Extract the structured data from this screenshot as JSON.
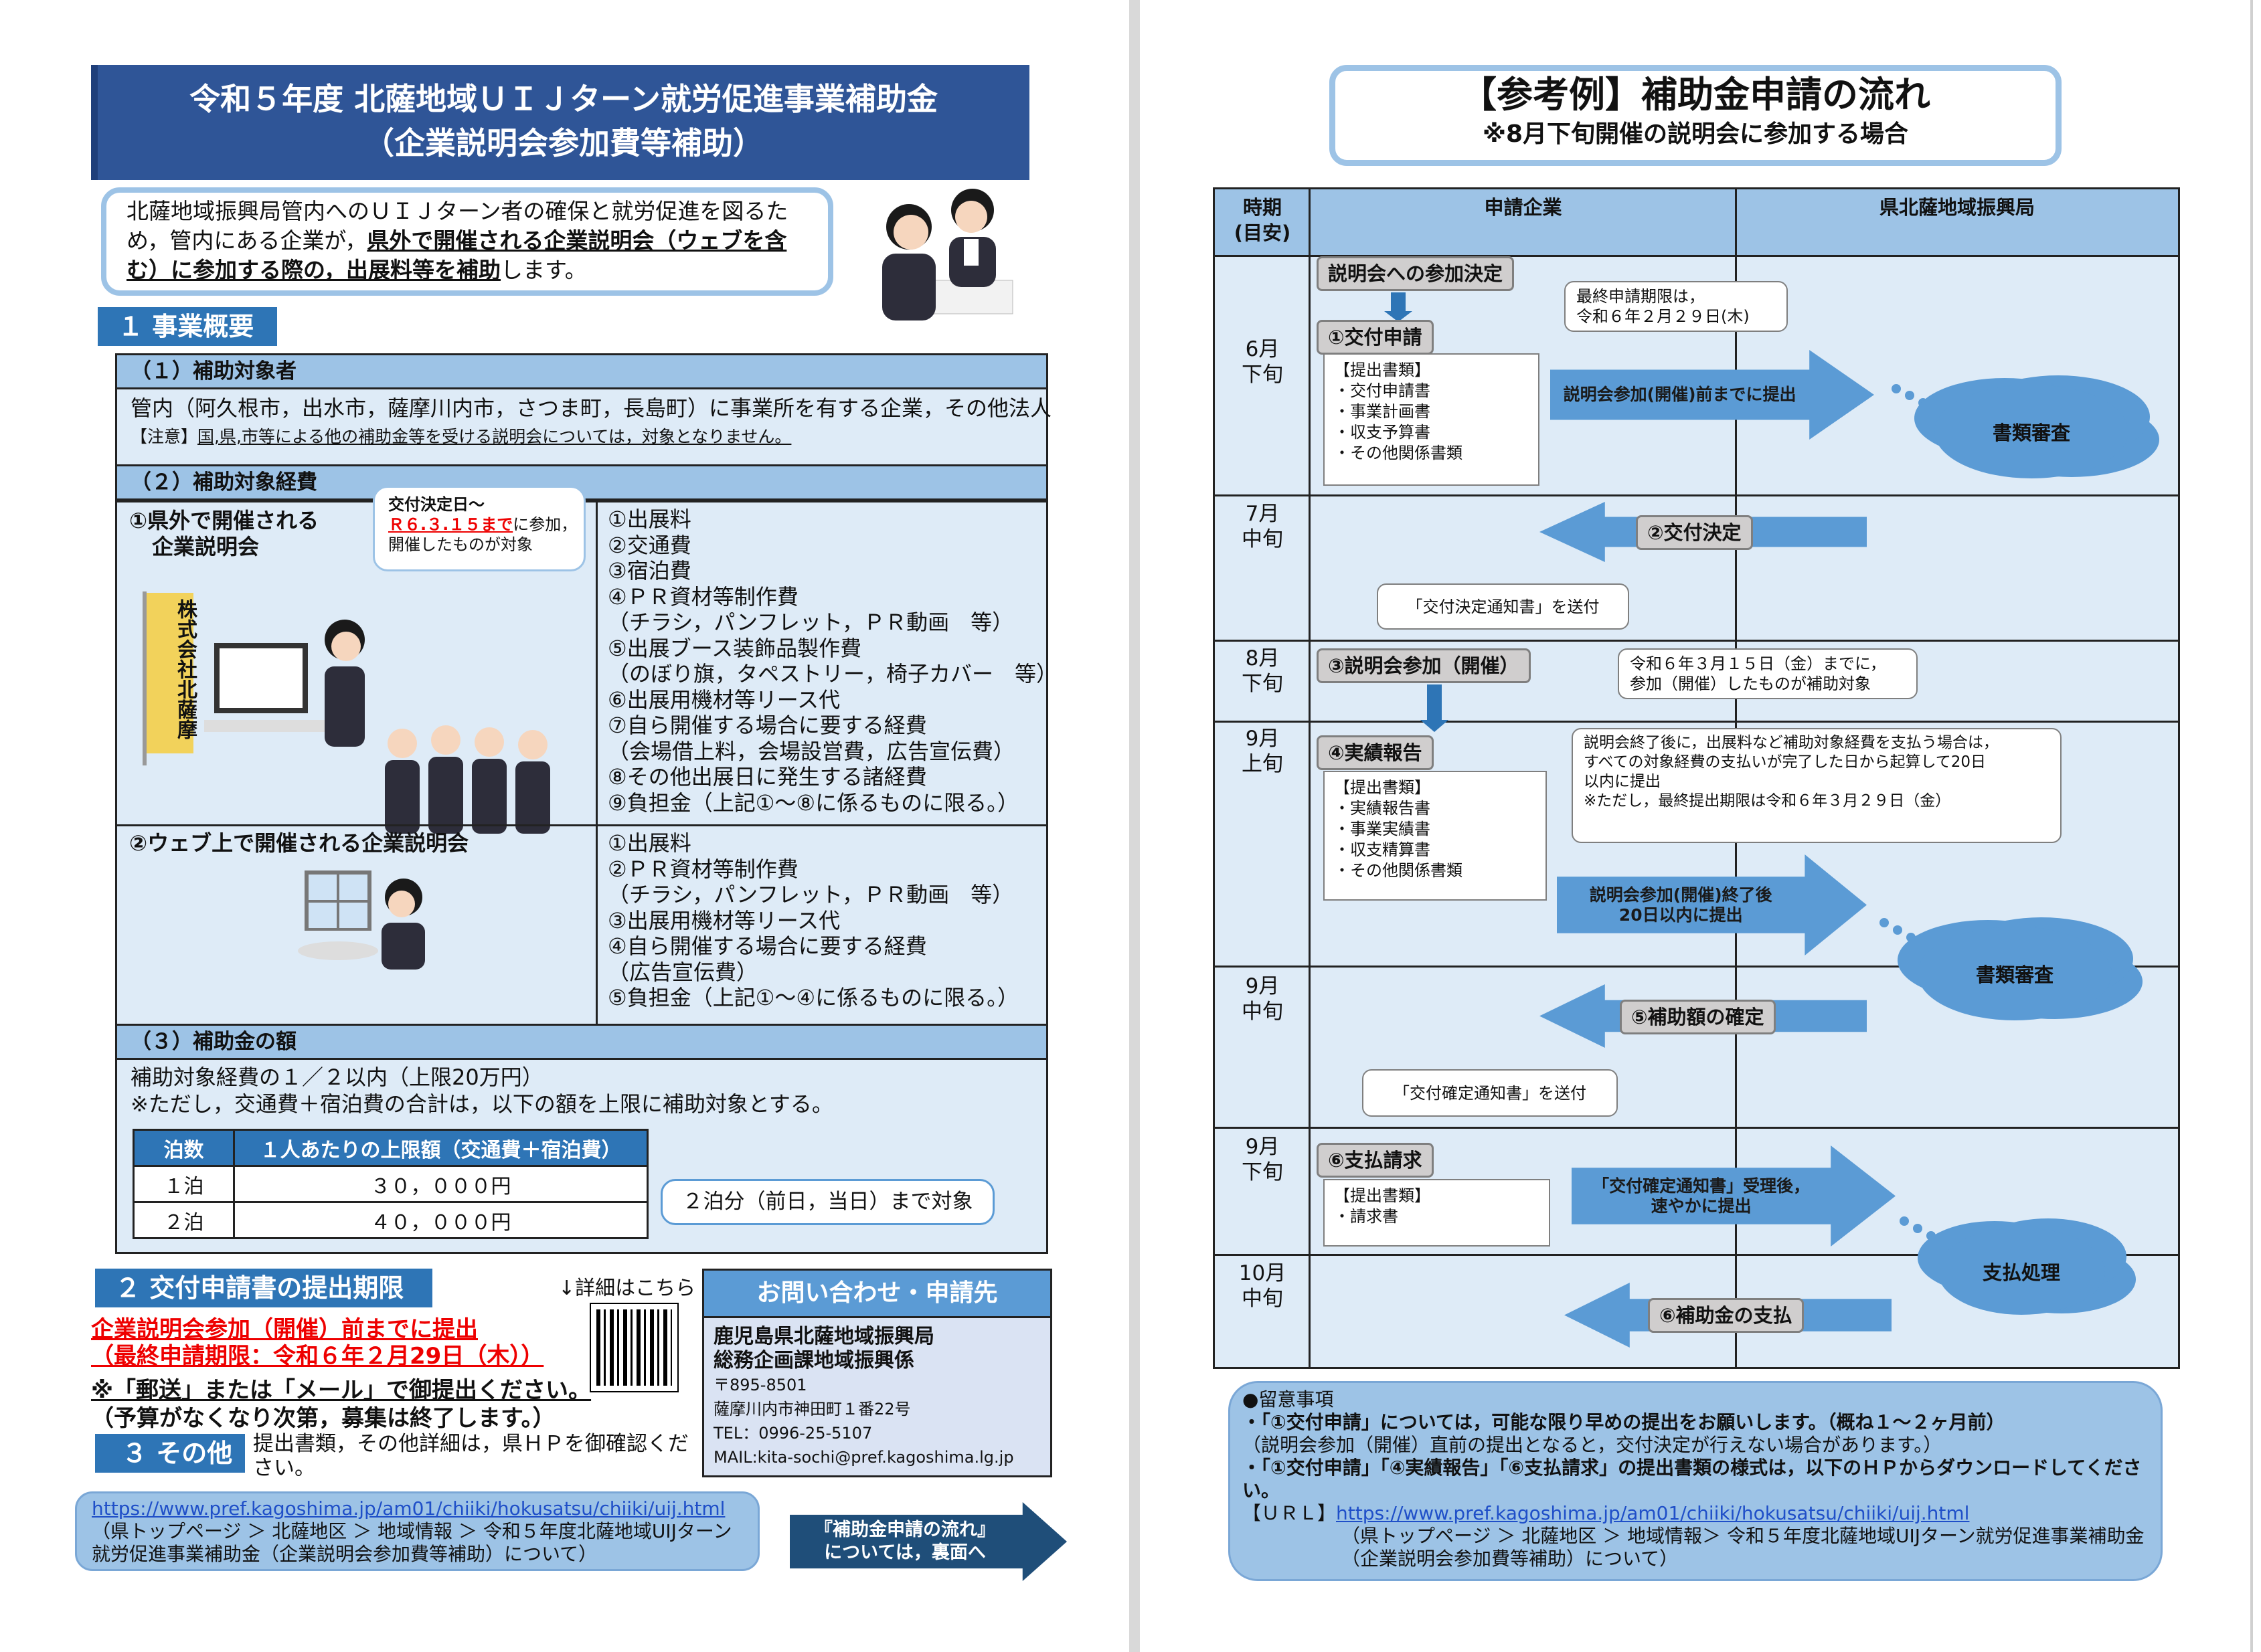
{
  "left_page": {
    "title_line1": "令和５年度 北薩地域ＵＩＪターン就労促進事業補助金",
    "title_line2": "（企業説明会参加費等補助）",
    "intro_plain1": "北薩地域振興局管内へのＵＩＪターン者の確保と就労促進を図るため，管内にある企業が，",
    "intro_bold": "県外で開催される企業説明会（ウェブを含む）に参加する際の，出展料等を補助",
    "intro_plain2": "します。",
    "section1_title": "１ 事業概要",
    "sub1_title": "（１）補助対象者",
    "sub1_body": "管内（阿久根市，出水市，薩摩川内市，さつま町，長島町）に事業所を有する企業，その他法人",
    "sub1_note_label": "【注意】",
    "sub1_note": "国,県,市等による他の補助金等を受ける説明会については，対象となりません。",
    "sub2_title": "（２）補助対象経費",
    "row1_label": [
      "①県外で開催される",
      "企業説明会"
    ],
    "row1_callout": {
      "line1": "交付決定日～",
      "red": "Ｒ６.３.１５まで",
      "after_red": "に参加，",
      "line3": "開催したものが対象"
    },
    "company_sign": "株式会社北薩摩",
    "row1_items": [
      "①出展料",
      "②交通費",
      "③宿泊費",
      "④ＰＲ資材等制作費",
      "（チラシ，パンフレット，ＰＲ動画　等）",
      "⑤出展ブース装飾品製作費",
      "（のぼり旗，タペストリー，椅子カバー　等）",
      "⑥出展用機材等リース代",
      "⑦自ら開催する場合に要する経費",
      "（会場借上料，会場設営費，広告宣伝費）",
      "⑧その他出展日に発生する諸経費",
      "⑨負担金（上記①～⑧に係るものに限る。）"
    ],
    "row2_label": "②ウェブ上で開催される企業説明会",
    "row2_items": [
      "①出展料",
      "②ＰＲ資材等制作費",
      "（チラシ，パンフレット，ＰＲ動画　等）",
      "③出展用機材等リース代",
      "④自ら開催する場合に要する経費",
      "（広告宣伝費）",
      "⑤負担金（上記①～④に係るものに限る。）"
    ],
    "sub3_title": "（３）補助金の額",
    "sub3_body1": "補助対象経費の１／２以内（上限20万円）",
    "sub3_body2": "※ただし，交通費＋宿泊費の合計は，以下の額を上限に補助対象とする。",
    "nights_table": {
      "headers": [
        "泊数",
        "１人あたりの上限額（交通費＋宿泊費）"
      ],
      "rows": [
        [
          "１泊",
          "３０，０００円"
        ],
        [
          "２泊",
          "４０，０００円"
        ]
      ]
    },
    "nights_callout": "２泊分（前日，当日）まで対象",
    "section2_title": "２ 交付申請書の提出期限",
    "deadline_line1": "企業説明会参加（開催）前までに提出",
    "deadline_line2": "（最終申請期限：令和６年２月29日（木））",
    "mail_note": "※「郵送」または「メール」で御提出ください。",
    "budget_note": "（予算がなくなり次第，募集は終了します。）",
    "qr_label": "↓詳細はこちら",
    "section3_title": "３ その他",
    "section3_body": "提出書類，その他詳細は，県ＨＰを御確認ください。",
    "contact": {
      "title": "お問い合わせ・申請先",
      "org1": "鹿児島県北薩地域振興局",
      "org2": "総務企画課地域振興係",
      "postal": "〒895-8501",
      "address": "薩摩川内市神田町１番22号",
      "tel": "TEL：0996-25-5107",
      "mail": "MAIL:kita-sochi@pref.kagoshima.lg.jp"
    },
    "url": "https://www.pref.kagoshima.jp/am01/chiiki/hokusatsu/chiiki/uij.html",
    "url_path1": "（県トップページ ＞ 北薩地区 ＞ 地域情報 ＞ 令和５年度北薩地域UIJターン",
    "url_path2": "就労促進事業補助金（企業説明会参加費等補助）について）",
    "back_arrow1": "『補助金申請の流れ』",
    "back_arrow2": "については，裏面へ"
  },
  "right_page": {
    "title": "【参考例】補助金申請の流れ",
    "subtitle": "※8月下旬開催の説明会に参加する場合",
    "headers": {
      "period": "時期",
      "period_sub": "(目安)",
      "company": "申請企業",
      "office": "県北薩地域振興局"
    },
    "periods": [
      [
        "6月",
        "下旬"
      ],
      [
        "7月",
        "中旬"
      ],
      [
        "8月",
        "下旬"
      ],
      [
        "9月",
        "上旬"
      ],
      [
        "9月",
        "中旬"
      ],
      [
        "9月",
        "下旬"
      ],
      [
        "10月",
        "中旬"
      ]
    ],
    "steps": {
      "decide": "説明会への参加決定",
      "apply": "①交付申請",
      "grant": "②交付決定",
      "attend": "③説明会参加（開催）",
      "report": "④実績報告",
      "confirm": "⑤補助額の確定",
      "claim": "⑥支払請求",
      "pay": "⑥補助金の支払"
    },
    "apply_docs": [
      "【提出書類】",
      "・交付申請書",
      "・事業計画書",
      "・収支予算書",
      "・その他関係書類"
    ],
    "report_docs": [
      "【提出書類】",
      "・実績報告書",
      "・事業実績書",
      "・収支精算書",
      "・その他関係書類"
    ],
    "claim_docs": [
      "【提出書類】",
      "・請求書"
    ],
    "callouts": {
      "deadline": [
        "最終申請期限は，",
        "令和６年２月２９日(木)"
      ],
      "grant_notice": "「交付決定通知書」を送付",
      "attend_by": [
        "令和６年３月１５日（金）までに，",
        "参加（開催）したものが補助対象"
      ],
      "report_rule": [
        "説明会終了後に，出展料など補助対象経費を支払う場合は，",
        "すべての対象経費の支払いが完了した日から起算して20日",
        "以内に提出",
        "※ただし，最終提出期限は令和６年３月２９日（金）"
      ],
      "confirm_notice": "「交付確定通知書」を送付"
    },
    "arrows": {
      "submit_before": "説明会参加(開催)前までに提出",
      "submit_after": [
        "説明会参加(開催)終了後",
        "20日以内に提出"
      ],
      "submit_claim": [
        "「交付確定通知書」受理後，",
        "速やかに提出"
      ]
    },
    "clouds": {
      "review1": "書類審査",
      "review2": "書類審査",
      "payment": "支払処理"
    },
    "notes": {
      "title": "●留意事項",
      "n1": "・「①交付申請」については，可能な限り早めの提出をお願いします。（概ね１～２ヶ月前）",
      "n1_sub": "（説明会参加（開催）直前の提出となると，交付決定が行えない場合があります。）",
      "n2": "・「①交付申請」「④実績報告」「⑥支払請求」の提出書類の様式は，以下のＨＰからダウンロードしてください。",
      "url_label": "【ＵＲＬ】",
      "url": "https://www.pref.kagoshima.jp/am01/chiiki/hokusatsu/chiiki/uij.html",
      "path1": "（県トップページ ＞ 北薩地区 ＞ 地域情報＞ 令和５年度北薩地域UIJターン就労促進事業補助金",
      "path2": "（企業説明会参加費等補助）について）"
    }
  },
  "colors": {
    "navy": "#2f5597",
    "blue": "#2e75b6",
    "light_blue": "#9dc3e6",
    "pale_blue": "#deebf7",
    "red": "#ee0000",
    "dark_navy": "#1f4e79"
  }
}
